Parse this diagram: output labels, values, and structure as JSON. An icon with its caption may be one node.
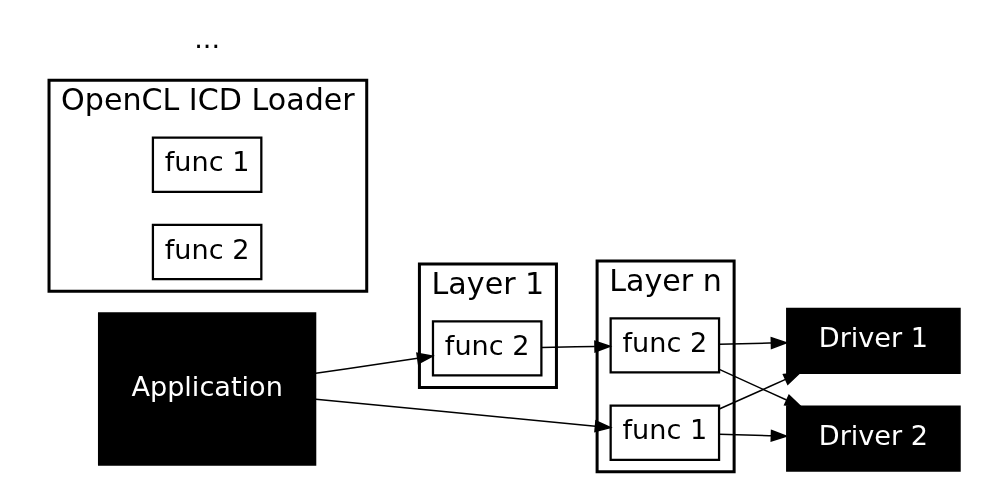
{
  "diagram": {
    "nodes": [
      {
        "text": [
          "Application"
        ]
      },
      {
        "text": [
          "OpenCL ICD Loader"
        ]
      },
      {
        "text": [
          "func 1"
        ],
        "in": 1
      },
      {
        "text": [
          "func 2"
        ],
        "in": 1
      },
      {
        "text": [
          "Driver 1"
        ]
      },
      {
        "text": [
          "Driver 2"
        ]
      },
      {
        "text": [
          "Layer 1"
        ]
      },
      {
        "text": [
          "func 2"
        ],
        "in": 6
      },
      {
        "text": [
          "Layer n"
        ]
      },
      {
        "text": [
          "func 1"
        ],
        "in": 8
      },
      {
        "text": [
          "func 2"
        ],
        "in": 8
      }
    ],
    "edges": [
      {
        "from": 0,
        "to": 9,
        "arrow": "to"
      },
      {
        "from": 0,
        "to": 7,
        "arrow": "to"
      },
      {
        "from": 7,
        "to": 10,
        "arrow": "to"
      },
      {
        "from": 9,
        "to": 4,
        "arrow": "to"
      },
      {
        "from": 9,
        "to": 5,
        "arrow": "to"
      },
      {
        "from": 10,
        "to": 4,
        "arrow": "to"
      },
      {
        "from": 10,
        "to": 5,
        "arrow": "to"
      }
    ],
    "labels": [
      "..."
    ]
  }
}
